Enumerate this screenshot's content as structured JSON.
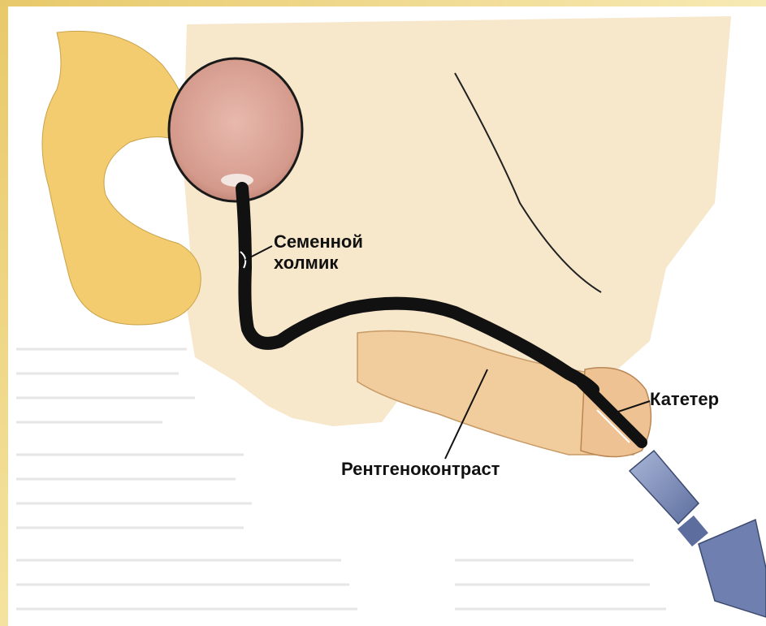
{
  "labels": {
    "seminal_line1": "Семенной",
    "seminal_line2": "холмик",
    "contrast": "Рентгеноконтраст",
    "catheter": "Катетер"
  },
  "colors": {
    "background": "#ffffff",
    "frame": "#e8c96a",
    "pelvic_bone": "#f2cc6e",
    "body_tissue": "#f6e3c2",
    "bladder": "#d9a498",
    "contrast": "#111111",
    "catheter_tip": "#8898c4",
    "label_text": "#111111"
  }
}
